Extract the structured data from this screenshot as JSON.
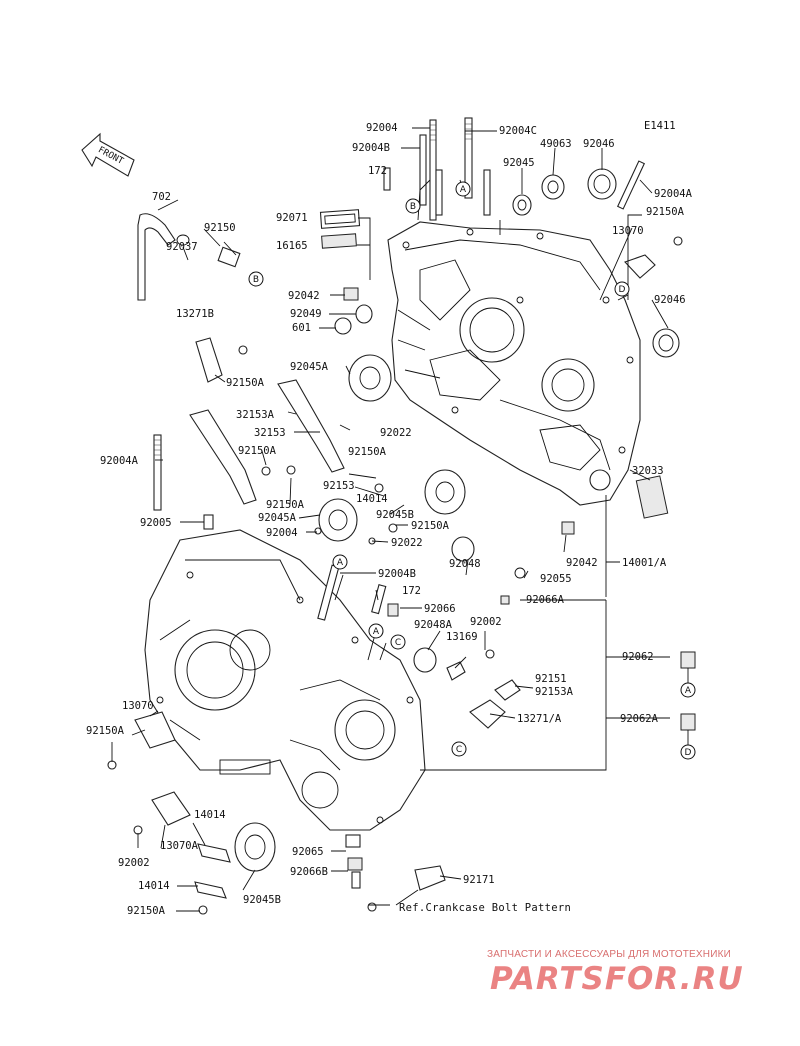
{
  "diagram": {
    "code": "E1411",
    "front_label": "FRONT",
    "reference_note": "Ref.Crankcase Bolt Pattern",
    "callout_letters": [
      "A",
      "B",
      "C",
      "D"
    ],
    "labels": {
      "l_92004": "92004",
      "l_92004B_top": "92004B",
      "l_92004C": "92004C",
      "l_49063": "49063",
      "l_92046_top": "92046",
      "l_92045_top": "92045",
      "l_172_top": "172",
      "l_92004A_right": "92004A",
      "l_92150A_right": "92150A",
      "l_13070_right": "13070",
      "l_92046_right": "92046",
      "l_702": "702",
      "l_92150": "92150",
      "l_92037": "92037",
      "l_13271B": "13271B",
      "l_92071": "92071",
      "l_16165": "16165",
      "l_92042_top": "92042",
      "l_92049": "92049",
      "l_601": "601",
      "l_92045A_top": "92045A",
      "l_92150A_a": "92150A",
      "l_32153A": "32153A",
      "l_32153": "32153",
      "l_92150A_b": "92150A",
      "l_92022_top": "92022",
      "l_92150A_c": "92150A",
      "l_92153": "92153",
      "l_14014_mid": "14014",
      "l_92045B_mid": "92045B",
      "l_92150A_d": "92150A",
      "l_92004A_left": "92004A",
      "l_92150A_e": "92150A",
      "l_92045A_mid": "92045A",
      "l_92005": "92005",
      "l_92004_mid": "92004",
      "l_92022_mid": "92022",
      "l_92048": "92048",
      "l_92055": "92055",
      "l_92042_mid": "92042",
      "l_32033": "32033",
      "l_14001A": "14001/A",
      "l_92066A": "92066A",
      "l_92004B_mid": "92004B",
      "l_172_mid": "172",
      "l_92066": "92066",
      "l_92048A": "92048A",
      "l_92002_mid": "92002",
      "l_13169": "13169",
      "l_92062": "92062",
      "l_92151": "92151",
      "l_92153A": "92153A",
      "l_13271A": "13271/A",
      "l_92062A": "92062A",
      "l_13070_left": "13070",
      "l_92150A_left": "92150A",
      "l_14014_low": "14014",
      "l_13070A": "13070A",
      "l_92002_low": "92002",
      "l_14014_low2": "14014",
      "l_92150A_low": "92150A",
      "l_92045B_low": "92045B",
      "l_92065": "92065",
      "l_92066B": "92066B",
      "l_92171": "92171"
    }
  },
  "watermark": {
    "tagline": "ЗАПЧАСТИ И АКСЕССУАРЫ ДЛЯ МОТОТЕХНИКИ",
    "logo": "PARTSFOR.RU"
  },
  "colors": {
    "ink": "#111111",
    "watermark": "#e45a5a"
  }
}
